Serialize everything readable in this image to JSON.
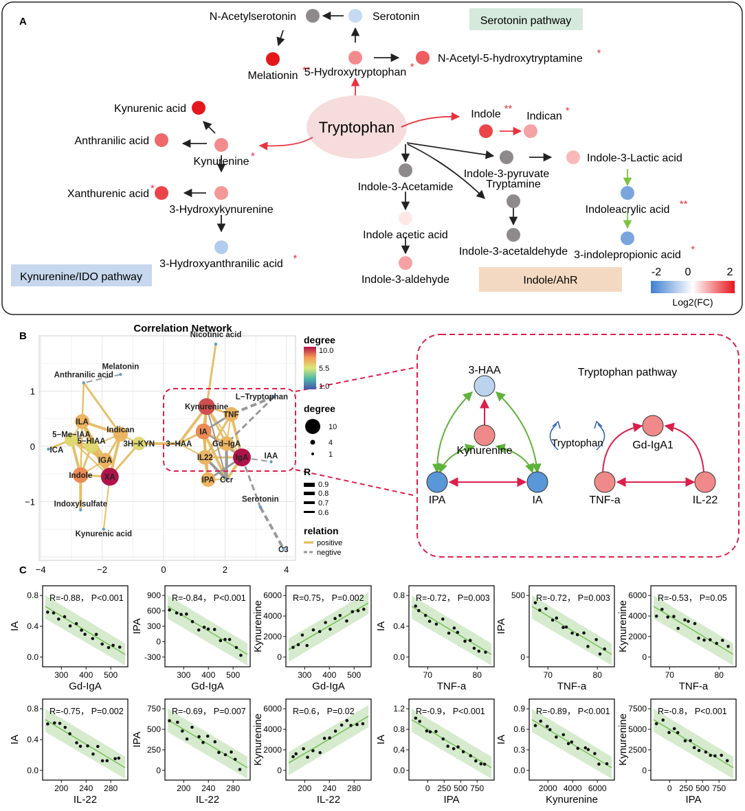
{
  "panelA": {
    "label": "A",
    "center": "Tryptophan",
    "pathways": {
      "serotonin": "Serotonin pathway",
      "kynurenine": "Kynurenine/IDO pathway",
      "indole": "Indole/AhR"
    },
    "legend": {
      "min": "-2",
      "mid": "0",
      "max": "2",
      "title": "Log2(FC)"
    },
    "metabolites": [
      {
        "name": "N-Acetylserotonin",
        "log2fc": null,
        "sig": ""
      },
      {
        "name": "Serotonin",
        "log2fc": -0.6,
        "sig": ""
      },
      {
        "name": "Melationin",
        "log2fc": 2.0,
        "sig": "**"
      },
      {
        "name": "5-Hydroxytryptophan",
        "log2fc": 1.0,
        "sig": "*"
      },
      {
        "name": "N-Acetyl-5-hydroxytryptamine",
        "log2fc": 1.4,
        "sig": "*"
      },
      {
        "name": "Kynurenic acid",
        "log2fc": 2.0,
        "sig": ""
      },
      {
        "name": "Anthranilic acid",
        "log2fc": 1.3,
        "sig": ""
      },
      {
        "name": "Kynurenine",
        "log2fc": 1.0,
        "sig": "*"
      },
      {
        "name": "Xanthurenic acid",
        "log2fc": 1.6,
        "sig": "*"
      },
      {
        "name": "3-Hydroxykynurenine",
        "log2fc": 0.9,
        "sig": ""
      },
      {
        "name": "3-Hydroxyanthranilic acid",
        "log2fc": -0.8,
        "sig": "*"
      },
      {
        "name": "Indole",
        "log2fc": 1.6,
        "sig": "**"
      },
      {
        "name": "Indican",
        "log2fc": 0.8,
        "sig": "*"
      },
      {
        "name": "Indole-3-pyruvate",
        "log2fc": null,
        "sig": ""
      },
      {
        "name": "Indole-3-Lactic acid",
        "log2fc": 0.6,
        "sig": ""
      },
      {
        "name": "Indole-3-Acetamide",
        "log2fc": null,
        "sig": ""
      },
      {
        "name": "Indoleacrylic acid",
        "log2fc": -1.4,
        "sig": "**"
      },
      {
        "name": "Tryptamine",
        "log2fc": null,
        "sig": ""
      },
      {
        "name": "Indole acetic acid",
        "log2fc": 0.2,
        "sig": ""
      },
      {
        "name": "Indole-3-acetaldehyde",
        "log2fc": null,
        "sig": ""
      },
      {
        "name": "3-indolepropionic acid",
        "log2fc": -1.4,
        "sig": "*"
      },
      {
        "name": "Indole-3-aldehyde",
        "log2fc": 0.8,
        "sig": ""
      }
    ]
  },
  "panelB": {
    "label": "B",
    "title": "Correlation Network",
    "x_ticks": [
      "−4",
      "−2",
      "0",
      "2",
      "4"
    ],
    "y_ticks": [
      "1",
      "0",
      "−1"
    ],
    "legend_degree_title": "degree",
    "legend_degree_ticks": [
      "10.0",
      "5.5",
      "1.0"
    ],
    "legend_size_title": "degree",
    "legend_size_ticks": [
      "10",
      "4",
      "1"
    ],
    "legend_r_title": "R",
    "legend_r_ticks": [
      "0.9",
      "0.8",
      "0.7",
      "0.6"
    ],
    "legend_relation_title": "relation",
    "legend_relation_items": [
      "positive",
      "negtive"
    ],
    "nodes": [
      {
        "name": "Melatonin",
        "x": -1.4,
        "y": 1.3,
        "degree": 1
      },
      {
        "name": "Anthranilic acid",
        "x": -2.6,
        "y": 1.15,
        "degree": 1
      },
      {
        "name": "ILA",
        "x": -2.65,
        "y": 0.45,
        "degree": 7
      },
      {
        "name": "5−Me−IAA",
        "x": -3.0,
        "y": 0.12,
        "degree": 6
      },
      {
        "name": "5−HIAA",
        "x": -2.35,
        "y": 0.0,
        "degree": 6
      },
      {
        "name": "Indican",
        "x": -1.4,
        "y": 0.22,
        "degree": 7
      },
      {
        "name": "3H−KYN",
        "x": -0.8,
        "y": 0.05,
        "degree": 6
      },
      {
        "name": "ICA",
        "x": -3.75,
        "y": -0.05,
        "degree": 1
      },
      {
        "name": "IGA",
        "x": -1.9,
        "y": -0.25,
        "degree": 7
      },
      {
        "name": "Indole",
        "x": -2.7,
        "y": -0.52,
        "degree": 8
      },
      {
        "name": "XA",
        "x": -1.75,
        "y": -0.55,
        "degree": 10
      },
      {
        "name": "Indoxylsulfate",
        "x": -2.7,
        "y": -1.15,
        "degree": 1
      },
      {
        "name": "Kynurenic acid",
        "x": -1.95,
        "y": -1.5,
        "degree": 1
      },
      {
        "name": "Nicotinic acid",
        "x": 1.7,
        "y": 1.85,
        "degree": 1
      },
      {
        "name": "L−Tryptophan",
        "x": 3.6,
        "y": 0.9,
        "degree": 1
      },
      {
        "name": "Kynurenine",
        "x": 1.4,
        "y": 0.72,
        "degree": 9
      },
      {
        "name": "TNF",
        "x": 2.2,
        "y": 0.58,
        "degree": 7
      },
      {
        "name": "IA",
        "x": 1.3,
        "y": 0.27,
        "degree": 8
      },
      {
        "name": "3−HAA",
        "x": 0.5,
        "y": 0.05,
        "degree": 3
      },
      {
        "name": "Gd−IgA",
        "x": 2.05,
        "y": 0.05,
        "degree": 7
      },
      {
        "name": "IL22",
        "x": 1.35,
        "y": -0.2,
        "degree": 7
      },
      {
        "name": "IgA",
        "x": 2.55,
        "y": -0.2,
        "degree": 10
      },
      {
        "name": "IAA",
        "x": 3.5,
        "y": -0.28,
        "degree": 1
      },
      {
        "name": "IPA",
        "x": 1.45,
        "y": -0.6,
        "degree": 7
      },
      {
        "name": "Ccr",
        "x": 2.05,
        "y": -0.6,
        "degree": 5
      },
      {
        "name": "Serotonin",
        "x": 3.15,
        "y": -1.1,
        "degree": 1
      },
      {
        "name": "C3",
        "x": 3.9,
        "y": -1.85,
        "degree": 1
      }
    ],
    "inset_title": "Tryptophan pathway",
    "inset_nodes": [
      "3-HAA",
      "Kynurenine",
      "IPA",
      "IA",
      "Gd-IgA1",
      "TNF-a",
      "IL-22"
    ],
    "inset_center": "Tryptophan"
  },
  "panelC": {
    "label": "C",
    "plots": [
      {
        "xlabel": "Gd-IgA",
        "ylabel": "IA",
        "stat": "R=-0.88， P<0.001",
        "xticks": [
          "300",
          "400",
          "500"
        ],
        "yticks": [
          "0.0",
          "0.4",
          "0.8"
        ]
      },
      {
        "xlabel": "Gd-IgA",
        "ylabel": "IPA",
        "stat": "R=-0.84， P<0.001",
        "xticks": [
          "300",
          "400",
          "500"
        ],
        "yticks": [
          "-300",
          "0",
          "300",
          "600",
          "900"
        ]
      },
      {
        "xlabel": "Gd-IgA",
        "ylabel": "Kynurenine",
        "stat": "R=0.75， P=0.002",
        "xticks": [
          "300",
          "400",
          "500"
        ],
        "yticks": [
          "0",
          "2000",
          "4000",
          "6000"
        ]
      },
      {
        "xlabel": "TNF-a",
        "ylabel": "IA",
        "stat": "R=-0.72， P=0.003",
        "xticks": [
          "70",
          "80"
        ],
        "yticks": [
          "0.0",
          "0.4",
          "0.8"
        ]
      },
      {
        "xlabel": "TNF-a",
        "ylabel": "IPA",
        "stat": "R=-0.72， P=0.003",
        "xticks": [
          "70",
          "80"
        ],
        "yticks": [
          "0",
          "500"
        ]
      },
      {
        "xlabel": "TNF-a",
        "ylabel": "Kynurenine",
        "stat": "R=-0.53， P=0.05",
        "xticks": [
          "70",
          "80"
        ],
        "yticks": [
          "0",
          "2000",
          "4000",
          "6000"
        ]
      },
      {
        "xlabel": "IL-22",
        "ylabel": "IA",
        "stat": "R=-0.75， P=0.002",
        "xticks": [
          "200",
          "240",
          "280"
        ],
        "yticks": [
          "0.0",
          "0.4",
          "0.8"
        ]
      },
      {
        "xlabel": "IL-22",
        "ylabel": "IPA",
        "stat": "R=-0.69， P=0.007",
        "xticks": [
          "200",
          "240",
          "280"
        ],
        "yticks": [
          "0",
          "250",
          "500",
          "750"
        ]
      },
      {
        "xlabel": "IL-22",
        "ylabel": "Kynurenine",
        "stat": "R=0.6， P=0.02",
        "xticks": [
          "200",
          "240",
          "280"
        ],
        "yticks": [
          "0",
          "2000",
          "4000",
          "6000"
        ]
      },
      {
        "xlabel": "IPA",
        "ylabel": "IA",
        "stat": "R=-0.9， P<0.001",
        "xticks": [
          "0",
          "250",
          "500",
          "750"
        ],
        "yticks": [
          "0.0",
          "0.4",
          "0.8",
          "1.2"
        ]
      },
      {
        "xlabel": "Kynurenine",
        "ylabel": "IA",
        "stat": "R=-0.89， P<0.001",
        "xticks": [
          "2000",
          "4000",
          "6000"
        ],
        "yticks": [
          "0.0",
          "0.3",
          "0.6",
          "0.9"
        ]
      },
      {
        "xlabel": "IPA",
        "ylabel": "Kynurenine",
        "stat": "R=-0.8， P<0.001",
        "xticks": [
          "0",
          "250",
          "500",
          "750"
        ],
        "yticks": [
          "0",
          "2500",
          "5000",
          "7500"
        ]
      }
    ]
  }
}
